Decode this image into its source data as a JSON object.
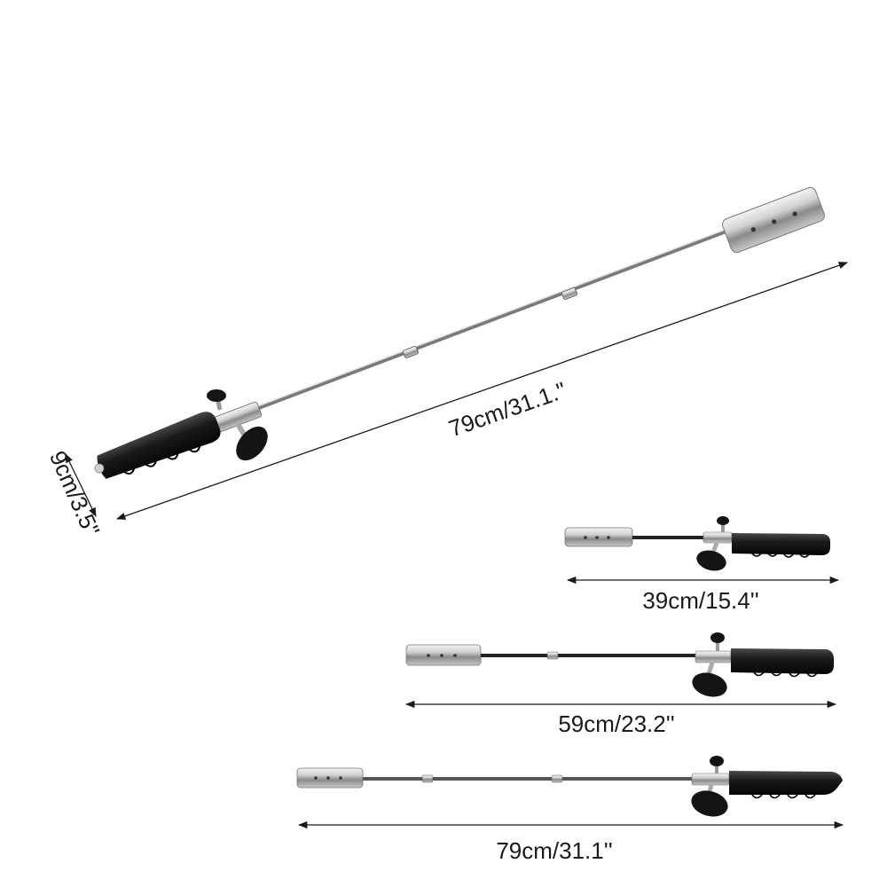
{
  "main_torch": {
    "length_label": "79cm/31.1.\"",
    "width_label": "9cm/3.5\""
  },
  "variants": [
    {
      "length_label": "39cm/15.4''"
    },
    {
      "length_label": "59cm/23.2''"
    },
    {
      "length_label": "79cm/31.1''"
    }
  ]
}
